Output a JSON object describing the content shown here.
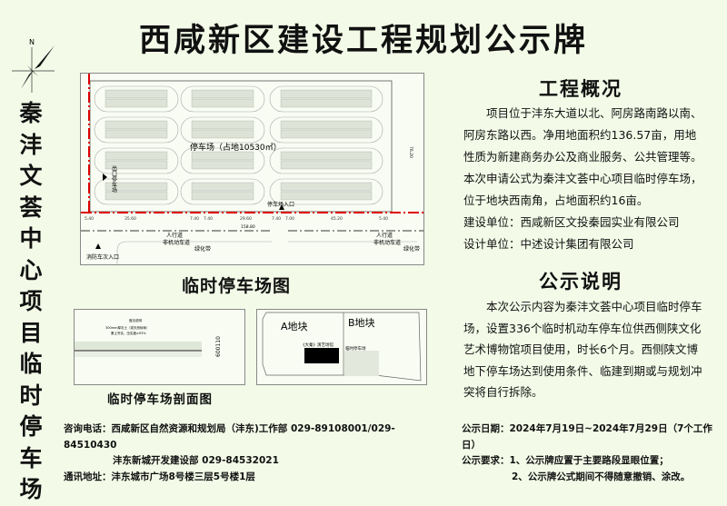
{
  "title": "西咸新区建设工程规划公示牌",
  "side_title": "秦沣文荟中心项目临时停车场",
  "compass_label": "N",
  "overview": {
    "heading": "工程概况",
    "paragraph": "项目位于沣东大道以北、阿房路南路以南、阿房东路以西。净用地面积约136.57亩，用地性质为新建商务办公及商业服务、公共管理等。本次申请公式为秦沣文荟中心项目临时停车场，位于地块西南角，占地面积约16亩。",
    "builder": "建设单位：西咸新区文投秦园实业有限公司",
    "designer": "设计单位：中述设计集团有限公司"
  },
  "notice": {
    "heading": "公示说明",
    "paragraph": "本次公示内容为秦沣文荟中心项目临时停车场，设置336个临时机动车停车位供西侧陕文化艺术博物馆项目使用，时长6个月。西侧陕文博地下停车场达到使用条件、临建到期或与规划冲突将自行拆除。",
    "date": "公示日期：2024年7月19日~2024年7月29日（7个工作日）",
    "req_label": "公示要求：",
    "req1": "1、公示牌应置于主要路段显眼位置；",
    "req2": "2、公示牌公式期间不得随意撤销、涂改。"
  },
  "contact": {
    "phone_label": "咨询电话：",
    "phone1": "西咸新区自然资源和规划局（沣东)工作部 029-89108001/029-84510430",
    "phone2": "沣东新城开发建设部 029-84532021",
    "address_label": "通讯地址：",
    "address": "沣东城市广场8号楼三层5号楼1层"
  },
  "plan": {
    "caption": "临时停车场图",
    "lot_label": "停车场（占地10530㎡）",
    "entrance": "停车场入口",
    "fire_entrance": "消防车次入口",
    "west_exit": "出口停车场",
    "sidewalk": "人行道",
    "bike_lane": "非机动车道",
    "green_belt": "绿化带",
    "dims": [
      "5.40",
      "35.60",
      "7.40",
      "7.40",
      "29.60",
      "7.40",
      "7.00",
      "45.20",
      "5.40"
    ],
    "total_dim": "158.80",
    "height_dim": "76.20"
  },
  "section": {
    "caption": "临时停车场剖面图",
    "note_title": "做法说明",
    "note1": "300mm厚灰土（或天然砂砾）",
    "note2": "素土夯实，压实度≥93%",
    "dim": "600110"
  },
  "site": {
    "block_a": "A地块",
    "block_b": "B地块",
    "building": "《大秦》演艺场馆",
    "parking": "临时停车场"
  }
}
